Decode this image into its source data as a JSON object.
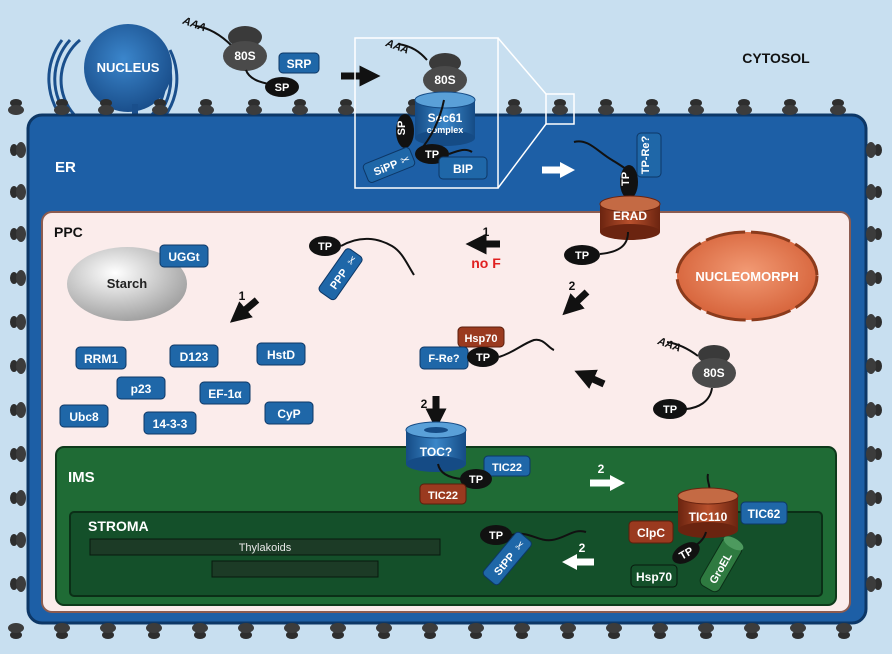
{
  "compartments": {
    "cytosol": "CYTOSOL",
    "nucleus": "NUCLEUS",
    "er": "ER",
    "ppc": "PPC",
    "nucleomorph": "NUCLEOMORPH",
    "ims": "IMS",
    "stroma": "STROMA",
    "starch": "Starch",
    "thylakoids": "Thylakoids"
  },
  "ribosomes": {
    "top": {
      "label": "80S",
      "polya": "AAA"
    },
    "inset": {
      "label": "80S",
      "polya": "AAA"
    },
    "ppc": {
      "label": "80S",
      "polya": "AAA"
    }
  },
  "labels": {
    "srp": "SRP",
    "sp_top": "SP",
    "sec61_name": "Sec61",
    "sec61_sub": "complex",
    "sp_inset": "SP",
    "sipp": "SiPP",
    "tp_inset": "TP",
    "bip": "BIP",
    "tp_re": "TP-Re?",
    "tp_erad": "TP",
    "erad": "ERAD",
    "tp_below_erad": "TP",
    "tp_ppp": "TP",
    "ppp": "PPP",
    "no_f_num": "1",
    "no_f": "no F",
    "ugg": "UGGt",
    "step1_left": "1",
    "step2_right": "2",
    "hsp70_ppc": "Hsp70",
    "fre": "F-Re?",
    "tp_fre": "TP",
    "tp_80s": "TP",
    "step2_toc": "2",
    "toc": "TOC?",
    "tic22_blue": "TIC22",
    "tic22_red": "TIC22",
    "tp_toc": "TP",
    "step2_ims": "2",
    "tic110": "TIC110",
    "tic62": "TIC62",
    "clpc": "ClpC",
    "tp_tic": "TP",
    "hsp70_stroma": "Hsp70",
    "groel": "GroEL",
    "tp_stroma": "TP",
    "stpp": "StPP",
    "step2_stroma": "2"
  },
  "ppc_proteins": [
    "RRM1",
    "D123",
    "HstD",
    "p23",
    "EF-1α",
    "Ubc8",
    "14-3-3",
    "CyP"
  ],
  "colors": {
    "cytosol": "#c8dff0",
    "er": "#1d5fa6",
    "ppc": "#fbeceb",
    "ims": "#1f6b35",
    "stroma": "#14502a",
    "protein_blue": "#1f67a8",
    "protein_red": "#9a3a1f",
    "nucleomorph": "#e07a53",
    "no_f": "#e02020"
  }
}
